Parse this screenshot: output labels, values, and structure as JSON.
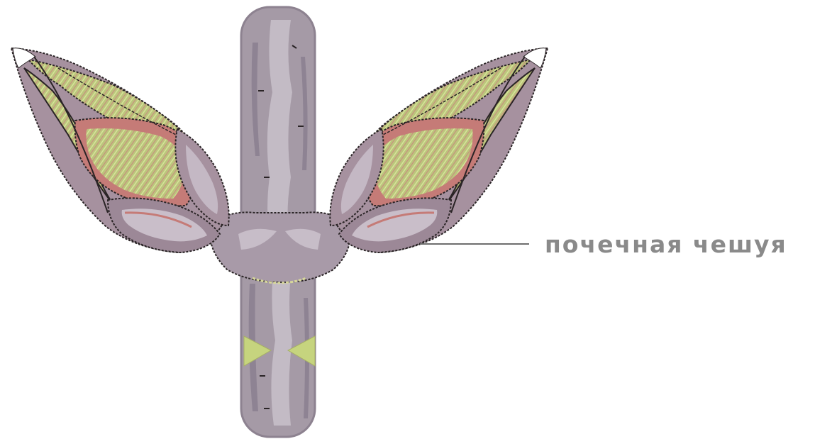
{
  "diagram": {
    "subject": "twig-with-two-buds",
    "labels": [
      {
        "id": "bud-scale",
        "text": "почечная чешуя"
      }
    ],
    "colors": {
      "background": "#ffffff",
      "stem": "#a59aa6",
      "stem_light": "#c4bcc6",
      "stem_dark": "#857a88",
      "scale_outer": "#a6919f",
      "scale_red": "#c57b77",
      "scale_inner": "#c3b7c3",
      "bud_green": "#b9c27a",
      "bud_green_light": "#d3e096",
      "outline": "#2a2426",
      "label": "#8a8a8a",
      "leader_line": "#6e6e6e"
    }
  }
}
